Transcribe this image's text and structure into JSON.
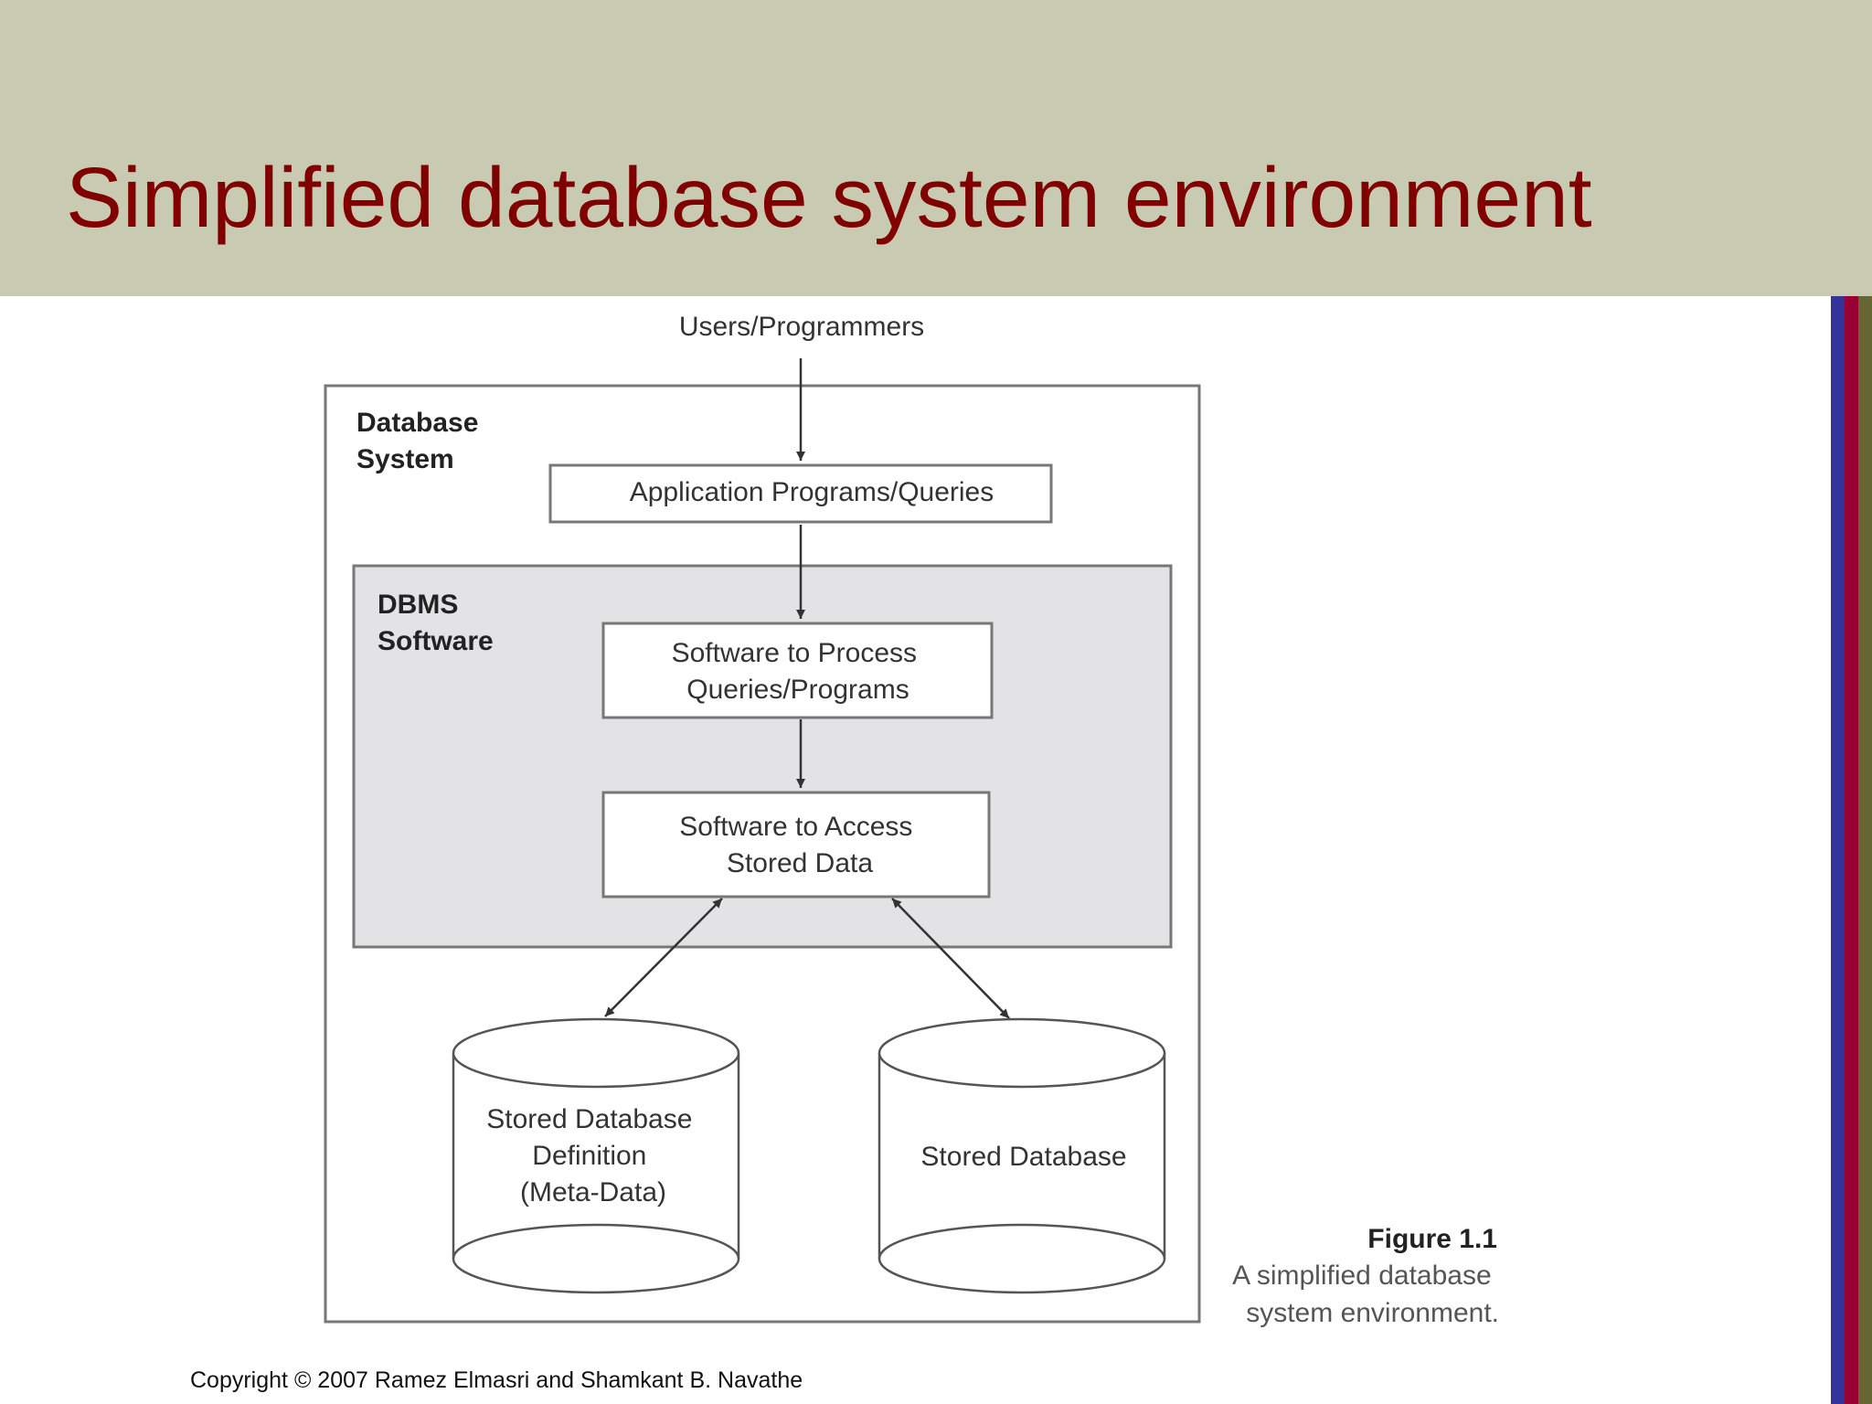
{
  "slide": {
    "title": "Simplified database system environment",
    "copyright": "Copyright © 2007 Ramez Elmasri and Shamkant B. Navathe"
  },
  "colors": {
    "header_bg": "#c8cbb2",
    "title": "#800000",
    "stripe_blue": "#333399",
    "stripe_red": "#990033",
    "stripe_olive": "#666633",
    "dbms_fill": "#e3e3e5"
  },
  "diagram": {
    "users_label": "Users/Programmers",
    "database_system_label": [
      "Database",
      "System"
    ],
    "app_box_label": "Application Programs/Queries",
    "dbms_label": [
      "DBMS",
      "Software"
    ],
    "process_box_label": [
      "Software to Process",
      "Queries/Programs"
    ],
    "access_box_label": [
      "Software to Access",
      "Stored Data"
    ],
    "metadata_cylinder_label": [
      "Stored Database",
      "Definition",
      "(Meta-Data)"
    ],
    "stored_db_cylinder_label": "Stored Database",
    "figure_number": "Figure 1.1",
    "figure_caption": [
      "A simplified database",
      "system environment."
    ]
  }
}
